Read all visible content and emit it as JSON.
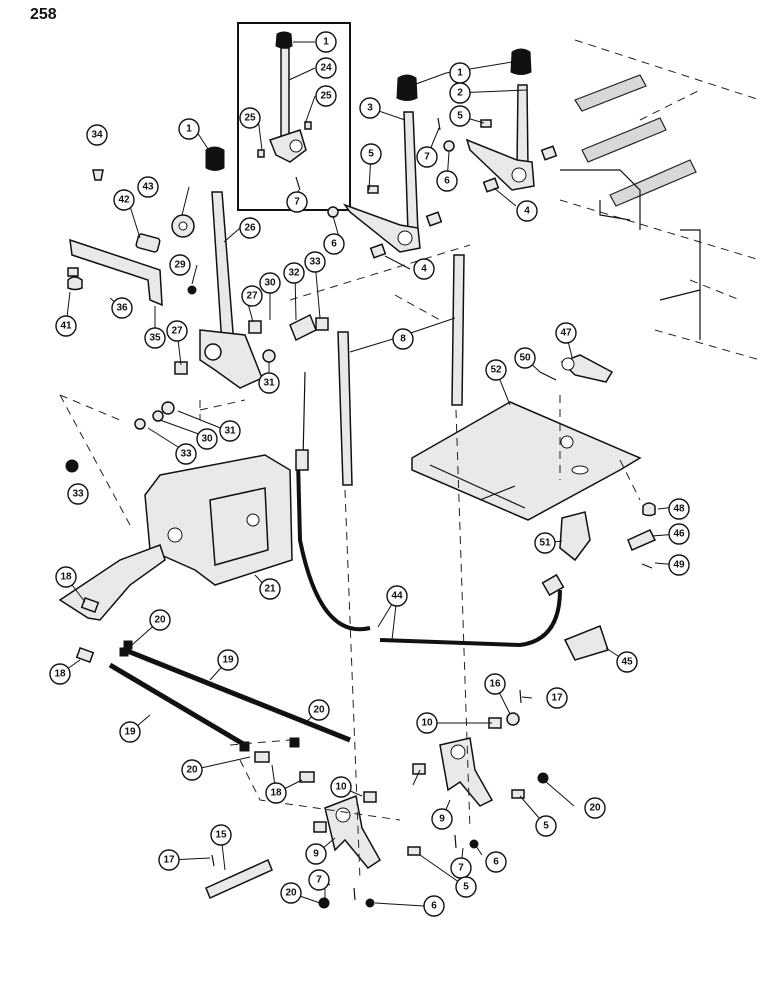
{
  "page": {
    "number": "258"
  },
  "callouts": [
    {
      "id": "c1a",
      "label": "1"
    },
    {
      "id": "c24",
      "label": "24"
    },
    {
      "id": "c25a",
      "label": "25"
    },
    {
      "id": "c25b",
      "label": "25"
    },
    {
      "id": "c1b",
      "label": "1"
    },
    {
      "id": "c2",
      "label": "2"
    },
    {
      "id": "c3",
      "label": "3"
    },
    {
      "id": "c5a",
      "label": "5"
    },
    {
      "id": "c7a",
      "label": "7"
    },
    {
      "id": "c6a",
      "label": "6"
    },
    {
      "id": "c4a",
      "label": "4"
    },
    {
      "id": "c1c",
      "label": "1"
    },
    {
      "id": "c34",
      "label": "34"
    },
    {
      "id": "c5b",
      "label": "5"
    },
    {
      "id": "c7b",
      "label": "7"
    },
    {
      "id": "c43",
      "label": "43"
    },
    {
      "id": "c42",
      "label": "42"
    },
    {
      "id": "c26",
      "label": "26"
    },
    {
      "id": "c6b",
      "label": "6"
    },
    {
      "id": "c4b",
      "label": "4"
    },
    {
      "id": "c29",
      "label": "29"
    },
    {
      "id": "c30a",
      "label": "30"
    },
    {
      "id": "c32",
      "label": "32"
    },
    {
      "id": "c33a",
      "label": "33"
    },
    {
      "id": "c27a",
      "label": "27"
    },
    {
      "id": "c36",
      "label": "36"
    },
    {
      "id": "c41",
      "label": "41"
    },
    {
      "id": "c35",
      "label": "35"
    },
    {
      "id": "c27b",
      "label": "27"
    },
    {
      "id": "c8",
      "label": "8"
    },
    {
      "id": "c47",
      "label": "47"
    },
    {
      "id": "c50",
      "label": "50"
    },
    {
      "id": "c52",
      "label": "52"
    },
    {
      "id": "c31a",
      "label": "31"
    },
    {
      "id": "c31b",
      "label": "31"
    },
    {
      "id": "c30b",
      "label": "30"
    },
    {
      "id": "c33b",
      "label": "33"
    },
    {
      "id": "c33c",
      "label": "33"
    },
    {
      "id": "c48",
      "label": "48"
    },
    {
      "id": "c46",
      "label": "46"
    },
    {
      "id": "c51",
      "label": "51"
    },
    {
      "id": "c49",
      "label": "49"
    },
    {
      "id": "c21",
      "label": "21"
    },
    {
      "id": "c18a",
      "label": "18"
    },
    {
      "id": "c44",
      "label": "44"
    },
    {
      "id": "c20a",
      "label": "20"
    },
    {
      "id": "c45",
      "label": "45"
    },
    {
      "id": "c18b",
      "label": "18"
    },
    {
      "id": "c19a",
      "label": "19"
    },
    {
      "id": "c16",
      "label": "16"
    },
    {
      "id": "c17a",
      "label": "17"
    },
    {
      "id": "c20b",
      "label": "20"
    },
    {
      "id": "c19b",
      "label": "19"
    },
    {
      "id": "c10a",
      "label": "10"
    },
    {
      "id": "c20c",
      "label": "20"
    },
    {
      "id": "c18c",
      "label": "18"
    },
    {
      "id": "c10b",
      "label": "10"
    },
    {
      "id": "c9a",
      "label": "9"
    },
    {
      "id": "c20d",
      "label": "20"
    },
    {
      "id": "c5c",
      "label": "5"
    },
    {
      "id": "c15",
      "label": "15"
    },
    {
      "id": "c9b",
      "label": "9"
    },
    {
      "id": "c7c",
      "label": "7"
    },
    {
      "id": "c6c",
      "label": "6"
    },
    {
      "id": "c17b",
      "label": "17"
    },
    {
      "id": "c5d",
      "label": "5"
    },
    {
      "id": "c20e",
      "label": "20"
    },
    {
      "id": "c7d",
      "label": "7"
    },
    {
      "id": "c6d",
      "label": "6"
    }
  ]
}
